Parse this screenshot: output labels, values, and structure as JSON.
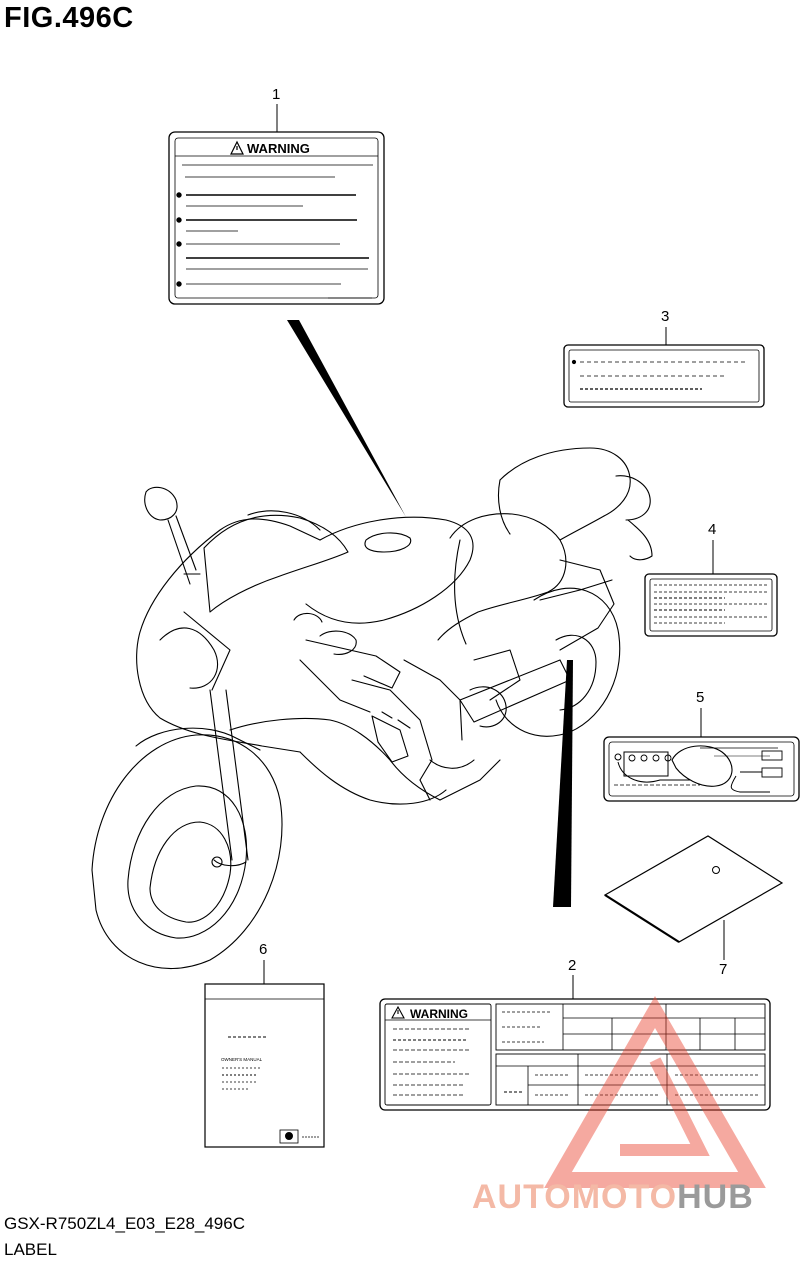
{
  "figure": {
    "title": "FIG.496C"
  },
  "footer": {
    "code": "GSX-R750ZL4_E03_E28_496C",
    "label": "LABEL"
  },
  "callouts": [
    "1",
    "2",
    "3",
    "4",
    "5",
    "6",
    "7"
  ],
  "labels": {
    "warning_1": "WARNING",
    "warning_2": "WARNING",
    "manual_text": "OWNER'S MANUAL"
  },
  "watermark": {
    "part1": "AUTO",
    "part2": "MOTO",
    "part3": "HUB"
  },
  "colors": {
    "line": "#000000",
    "watermark_red": "#e8412c",
    "watermark_gray": "#9a9a9a"
  }
}
